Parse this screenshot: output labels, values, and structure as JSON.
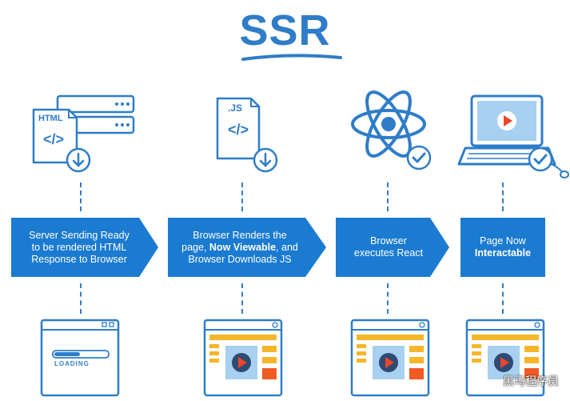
{
  "header": {
    "title": "SSR"
  },
  "steps": [
    {
      "text_1": "Server Sending Ready",
      "text_2": "to be rendered HTML",
      "text_3": "Response to Browser"
    },
    {
      "text_1": "Browser Renders the",
      "text_2a": "page, ",
      "text_2b": "Now Viewable",
      "text_2c": ", and",
      "text_3": "Browser Downloads JS"
    },
    {
      "text_1": "Browser",
      "text_2": "executes React"
    },
    {
      "text_1": "Page Now",
      "text_2": "Interactable"
    }
  ],
  "icons": {
    "html_file_label": "HTML",
    "js_file_label": ".JS",
    "html_code_glyph": "</>",
    "js_code_glyph": "</>"
  },
  "loading": {
    "label": "LOADING"
  },
  "watermark": {
    "text": "黑马程序员"
  },
  "colors": {
    "accent": "#2f7dc8",
    "arrow_fill": "#1b7bd1",
    "yellow": "#f5b62a",
    "orange": "#f05a23",
    "play": "#e9462b",
    "light_blue": "#a8d0f0"
  }
}
